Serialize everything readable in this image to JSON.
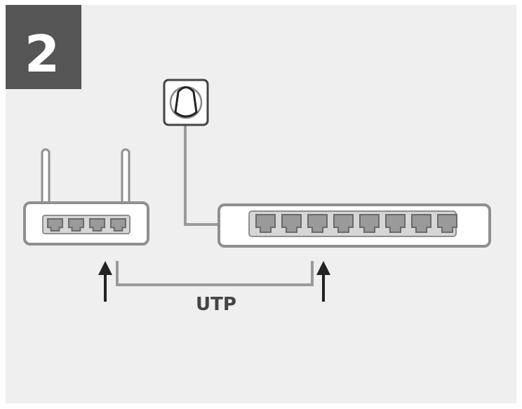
{
  "step": {
    "number": "2"
  },
  "cable": {
    "label": "UTP"
  },
  "router": {
    "port_count": 4,
    "antenna_count": 2
  },
  "switch": {
    "port_count": 8
  },
  "colors": {
    "background": "#efefef",
    "page": "#ffffff",
    "step_badge": "#555555",
    "step_text": "#ffffff",
    "device_outline": "#8f8f8f",
    "device_fill": "#ffffff",
    "port_panel": "#d6d6d6",
    "port_fill": "#9a9a9a",
    "port_outline": "#6a6a6a",
    "cable": "#9a9a9a",
    "arrow": "#222222",
    "label_text": "#444444"
  },
  "icons": [
    "power-adapter-icon",
    "up-arrow-icon",
    "ethernet-port-icon"
  ]
}
